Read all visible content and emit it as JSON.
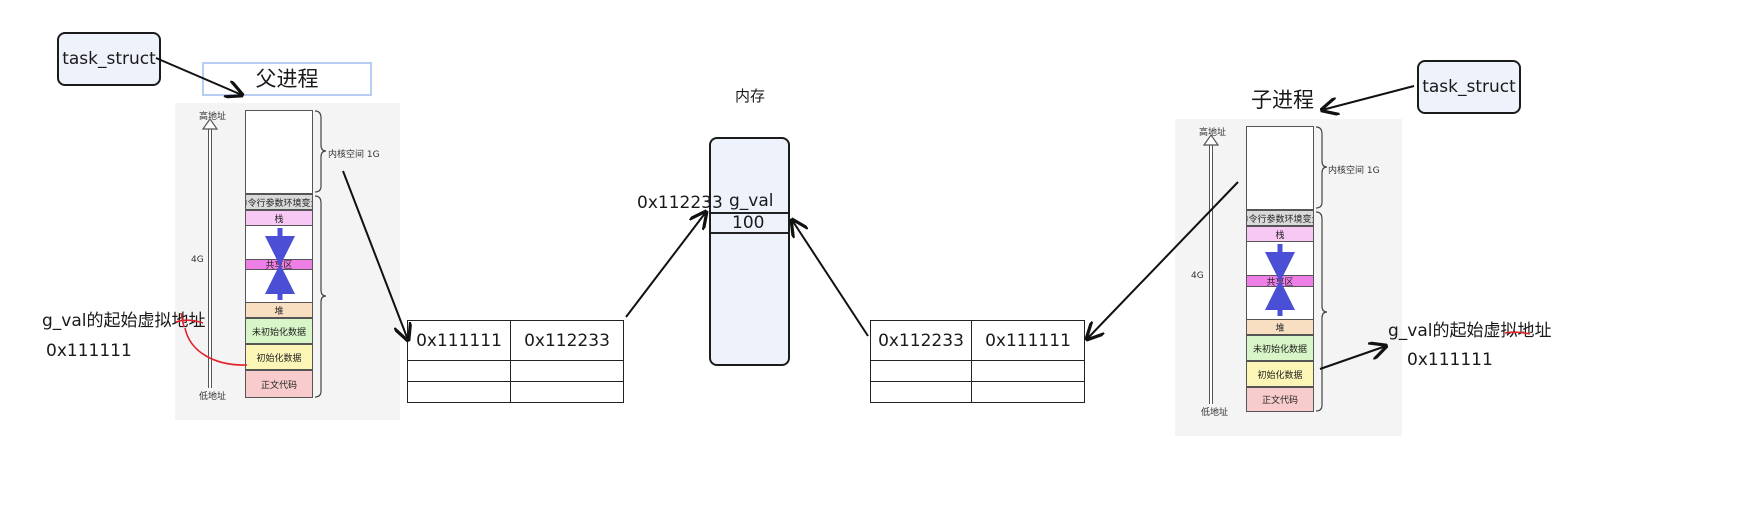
{
  "parent": {
    "task_struct": "task_struct",
    "title": "父进程",
    "high_addr": "高地址",
    "low_addr": "低地址",
    "size_4g": "4G",
    "kernel_space": "内核空间 1G",
    "segments": {
      "args_env": "命令行参数环境变量",
      "stack": "栈",
      "shared": "共享区",
      "heap": "堆",
      "bss": "未初始化数据",
      "data": "初始化数据",
      "text": "正文代码"
    },
    "annotation": "g_val的起始虚拟地址",
    "address": "0x111111"
  },
  "child": {
    "task_struct": "task_struct",
    "title": "子进程",
    "high_addr": "高地址",
    "low_addr": "低地址",
    "size_4g": "4G",
    "kernel_space": "内核空间 1G",
    "segments": {
      "args_env": "命令行参数环境变量",
      "stack": "栈",
      "shared": "共享区",
      "heap": "堆",
      "bss": "未初始化数据",
      "data": "初始化数据",
      "text": "正文代码"
    },
    "annotation": "g_val的起始虚拟地址",
    "address": "0x111111"
  },
  "parent_page_table": {
    "virtual": "0x111111",
    "physical": "0x112233"
  },
  "child_page_table": {
    "physical": "0x112233",
    "virtual": "0x111111"
  },
  "memory": {
    "title": "内存",
    "address": "0x112233",
    "var_name": "g_val",
    "var_value": "100"
  },
  "colors": {
    "task_fill": "#eef2fb",
    "stack": "#f8c8f5",
    "shared": "#ee7fe6",
    "heap": "#f9dfc1",
    "bss": "#d7f5c6",
    "data": "#fbf6b6",
    "text": "#f8cccc",
    "args_env": "#d9d9d9",
    "red_mark": "#e0242a"
  }
}
